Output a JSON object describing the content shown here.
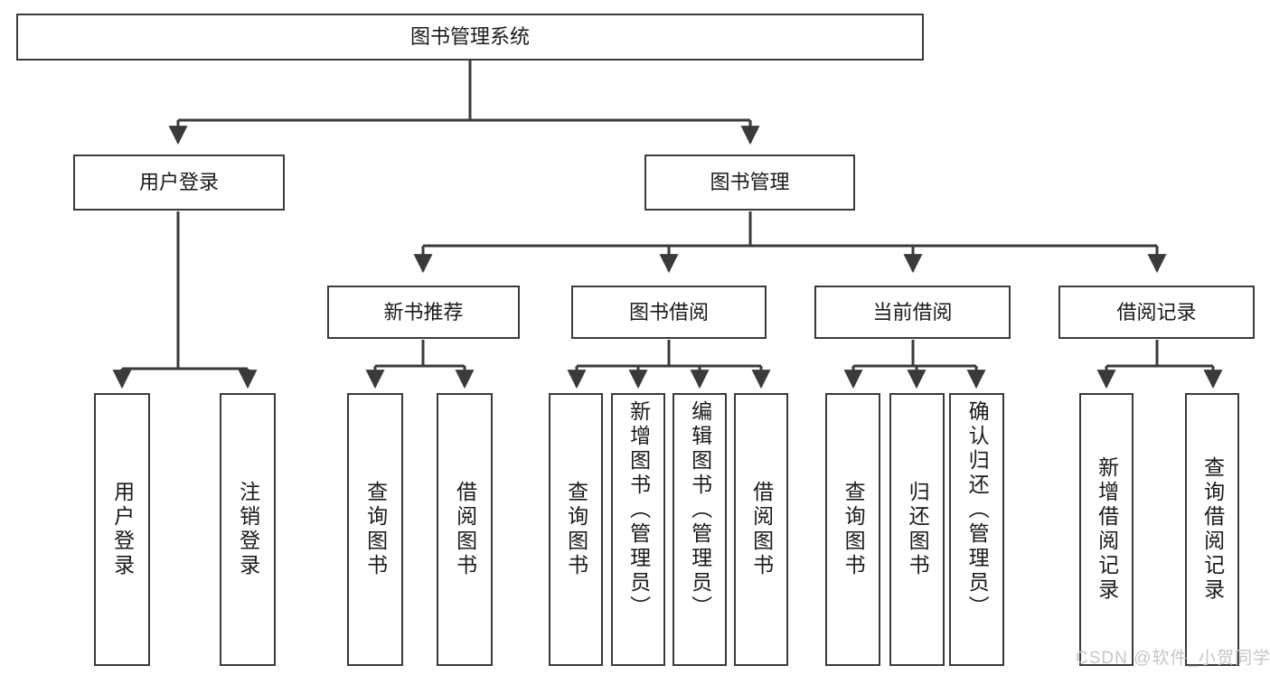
{
  "diagram": {
    "type": "tree-hierarchy-chart",
    "title": "图书管理系统",
    "background_color": "#ffffff",
    "box_border_color": "#3a3a3a",
    "line_color": "#3a3a3a",
    "text_color": "#1a1a1a",
    "watermark": "CSDN @软件_小贺同学",
    "watermark_color": "#c6c6c6",
    "root": {
      "label": "图书管理系统"
    },
    "level2": [
      {
        "label": "用户登录"
      },
      {
        "label": "图书管理"
      }
    ],
    "level3": [
      {
        "label": "新书推荐"
      },
      {
        "label": "图书借阅"
      },
      {
        "label": "当前借阅"
      },
      {
        "label": "借阅记录"
      }
    ],
    "leaves_user_login": [
      {
        "label": "用户登录"
      },
      {
        "label": "注销登录"
      }
    ],
    "leaves_new_books": [
      {
        "label": "查询图书"
      },
      {
        "label": "借阅图书"
      }
    ],
    "leaves_borrow": [
      {
        "label": "查询图书"
      },
      {
        "label": "新增图书（管理员）"
      },
      {
        "label": "编辑图书（管理员）"
      },
      {
        "label": "借阅图书"
      }
    ],
    "leaves_current": [
      {
        "label": "查询图书"
      },
      {
        "label": "归还图书"
      },
      {
        "label": "确认归还（管理员）"
      }
    ],
    "leaves_records": [
      {
        "label": "新增借阅记录"
      },
      {
        "label": "查询借阅记录"
      }
    ]
  }
}
